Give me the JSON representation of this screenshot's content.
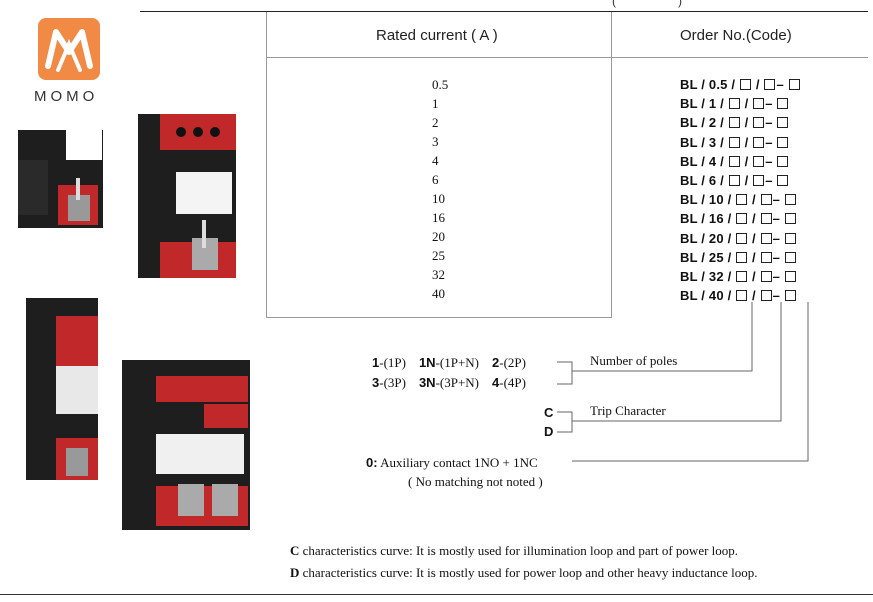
{
  "brand": {
    "name": "MOMO",
    "color": "#f08a45"
  },
  "table": {
    "header_current": "Rated current ( A )",
    "header_order": "Order No.(Code)",
    "currents": [
      "0.5",
      "1",
      "2",
      "3",
      "4",
      "6",
      "10",
      "16",
      "20",
      "25",
      "32",
      "40"
    ],
    "codes": [
      "BL / 0.5 /",
      "BL / 1 /",
      "BL / 2 /",
      "BL / 3 /",
      "BL / 4 /",
      "BL / 6 /",
      "BL / 10 /",
      "BL / 16 /",
      "BL / 20 /",
      "BL / 25 /",
      "BL / 32 /",
      "BL / 40 /"
    ]
  },
  "poles": {
    "r1": [
      {
        "code": "1",
        "desc": "-(1P)"
      },
      {
        "code": "1N",
        "desc": "-(1P+N)"
      },
      {
        "code": "2",
        "desc": "-(2P)"
      }
    ],
    "r2": [
      {
        "code": "3",
        "desc": "-(3P)"
      },
      {
        "code": "3N",
        "desc": "-(3P+N)"
      },
      {
        "code": "4",
        "desc": "-(4P)"
      }
    ],
    "label": "Number of poles"
  },
  "trip": {
    "c": "C",
    "d": "D",
    "label": "Trip Character"
  },
  "aux": {
    "code": "0:",
    "label": "Auxiliary contact 1NO + 1NC",
    "note": "( No matching not noted )"
  },
  "notes": {
    "c_key": "C",
    "c_text": " characteristics curve: It is mostly used for illumination loop and part of power loop.",
    "d_key": "D",
    "d_text": " characteristics curve: It is mostly used for power loop and other heavy inductance loop."
  },
  "colors": {
    "red": "#c0282a",
    "body": "#1e1e1e",
    "accent": "#f08a45"
  }
}
